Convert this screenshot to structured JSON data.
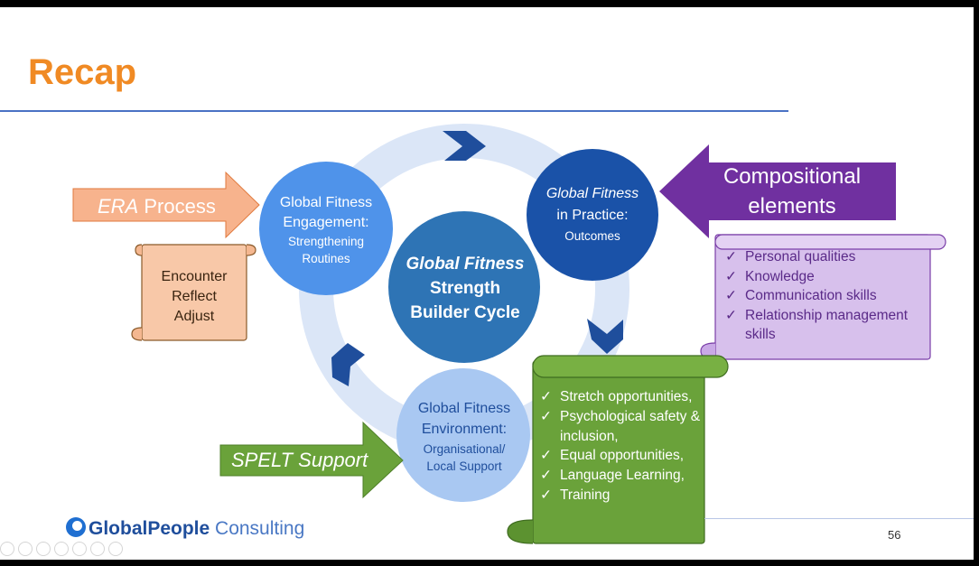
{
  "slide": {
    "title": "Recap",
    "page_number": "56"
  },
  "cycle": {
    "center": [
      "Global Fitness",
      "Strength",
      "Builder Cycle"
    ],
    "engagement": {
      "title_lines": [
        "Global Fitness",
        "Engagement:"
      ],
      "sub_lines": [
        "Strengthening",
        "Routines"
      ]
    },
    "practice": {
      "title_lines": [
        "Global Fitness",
        "in Practice:"
      ],
      "sub_lines": [
        "Outcomes"
      ]
    },
    "environment": {
      "title_lines": [
        "Global Fitness",
        "Environment:"
      ],
      "sub_lines": [
        "Organisational/",
        "Local Support"
      ]
    }
  },
  "era_arrow": {
    "label_italic": "ERA",
    "label_rest": " Process"
  },
  "era_scroll": {
    "lines": [
      "Encounter",
      "Reflect",
      "Adjust"
    ]
  },
  "compositional_arrow": {
    "lines": [
      "Compositional",
      "elements"
    ]
  },
  "compositional_list": [
    "Personal qualities",
    "Knowledge",
    "Communication skills",
    "Relationship management skills"
  ],
  "spelt_arrow": {
    "label": "SPELT Support"
  },
  "spelt_list": [
    "Stretch opportunities,",
    " Psychological safety & inclusion,",
    "Equal opportunities,",
    "Language Learning,",
    "Training"
  ],
  "check_mark": "✓",
  "logo": {
    "bold": "GlobalPeople",
    "rest": " Consulting"
  },
  "colors": {
    "title": "#f08a24",
    "circle_center": "#2e74b5",
    "circle_engagement": "#4f93ea",
    "circle_practice": "#1a52a8",
    "circle_environment": "#a9c8f2",
    "ring": "#dbe6f7",
    "chevron": "#1f4e9c",
    "era": "#f7b38d",
    "compositional": "#7030a0",
    "compositional_scroll": "#d7c0ec",
    "spelt": "#6aa23a"
  }
}
